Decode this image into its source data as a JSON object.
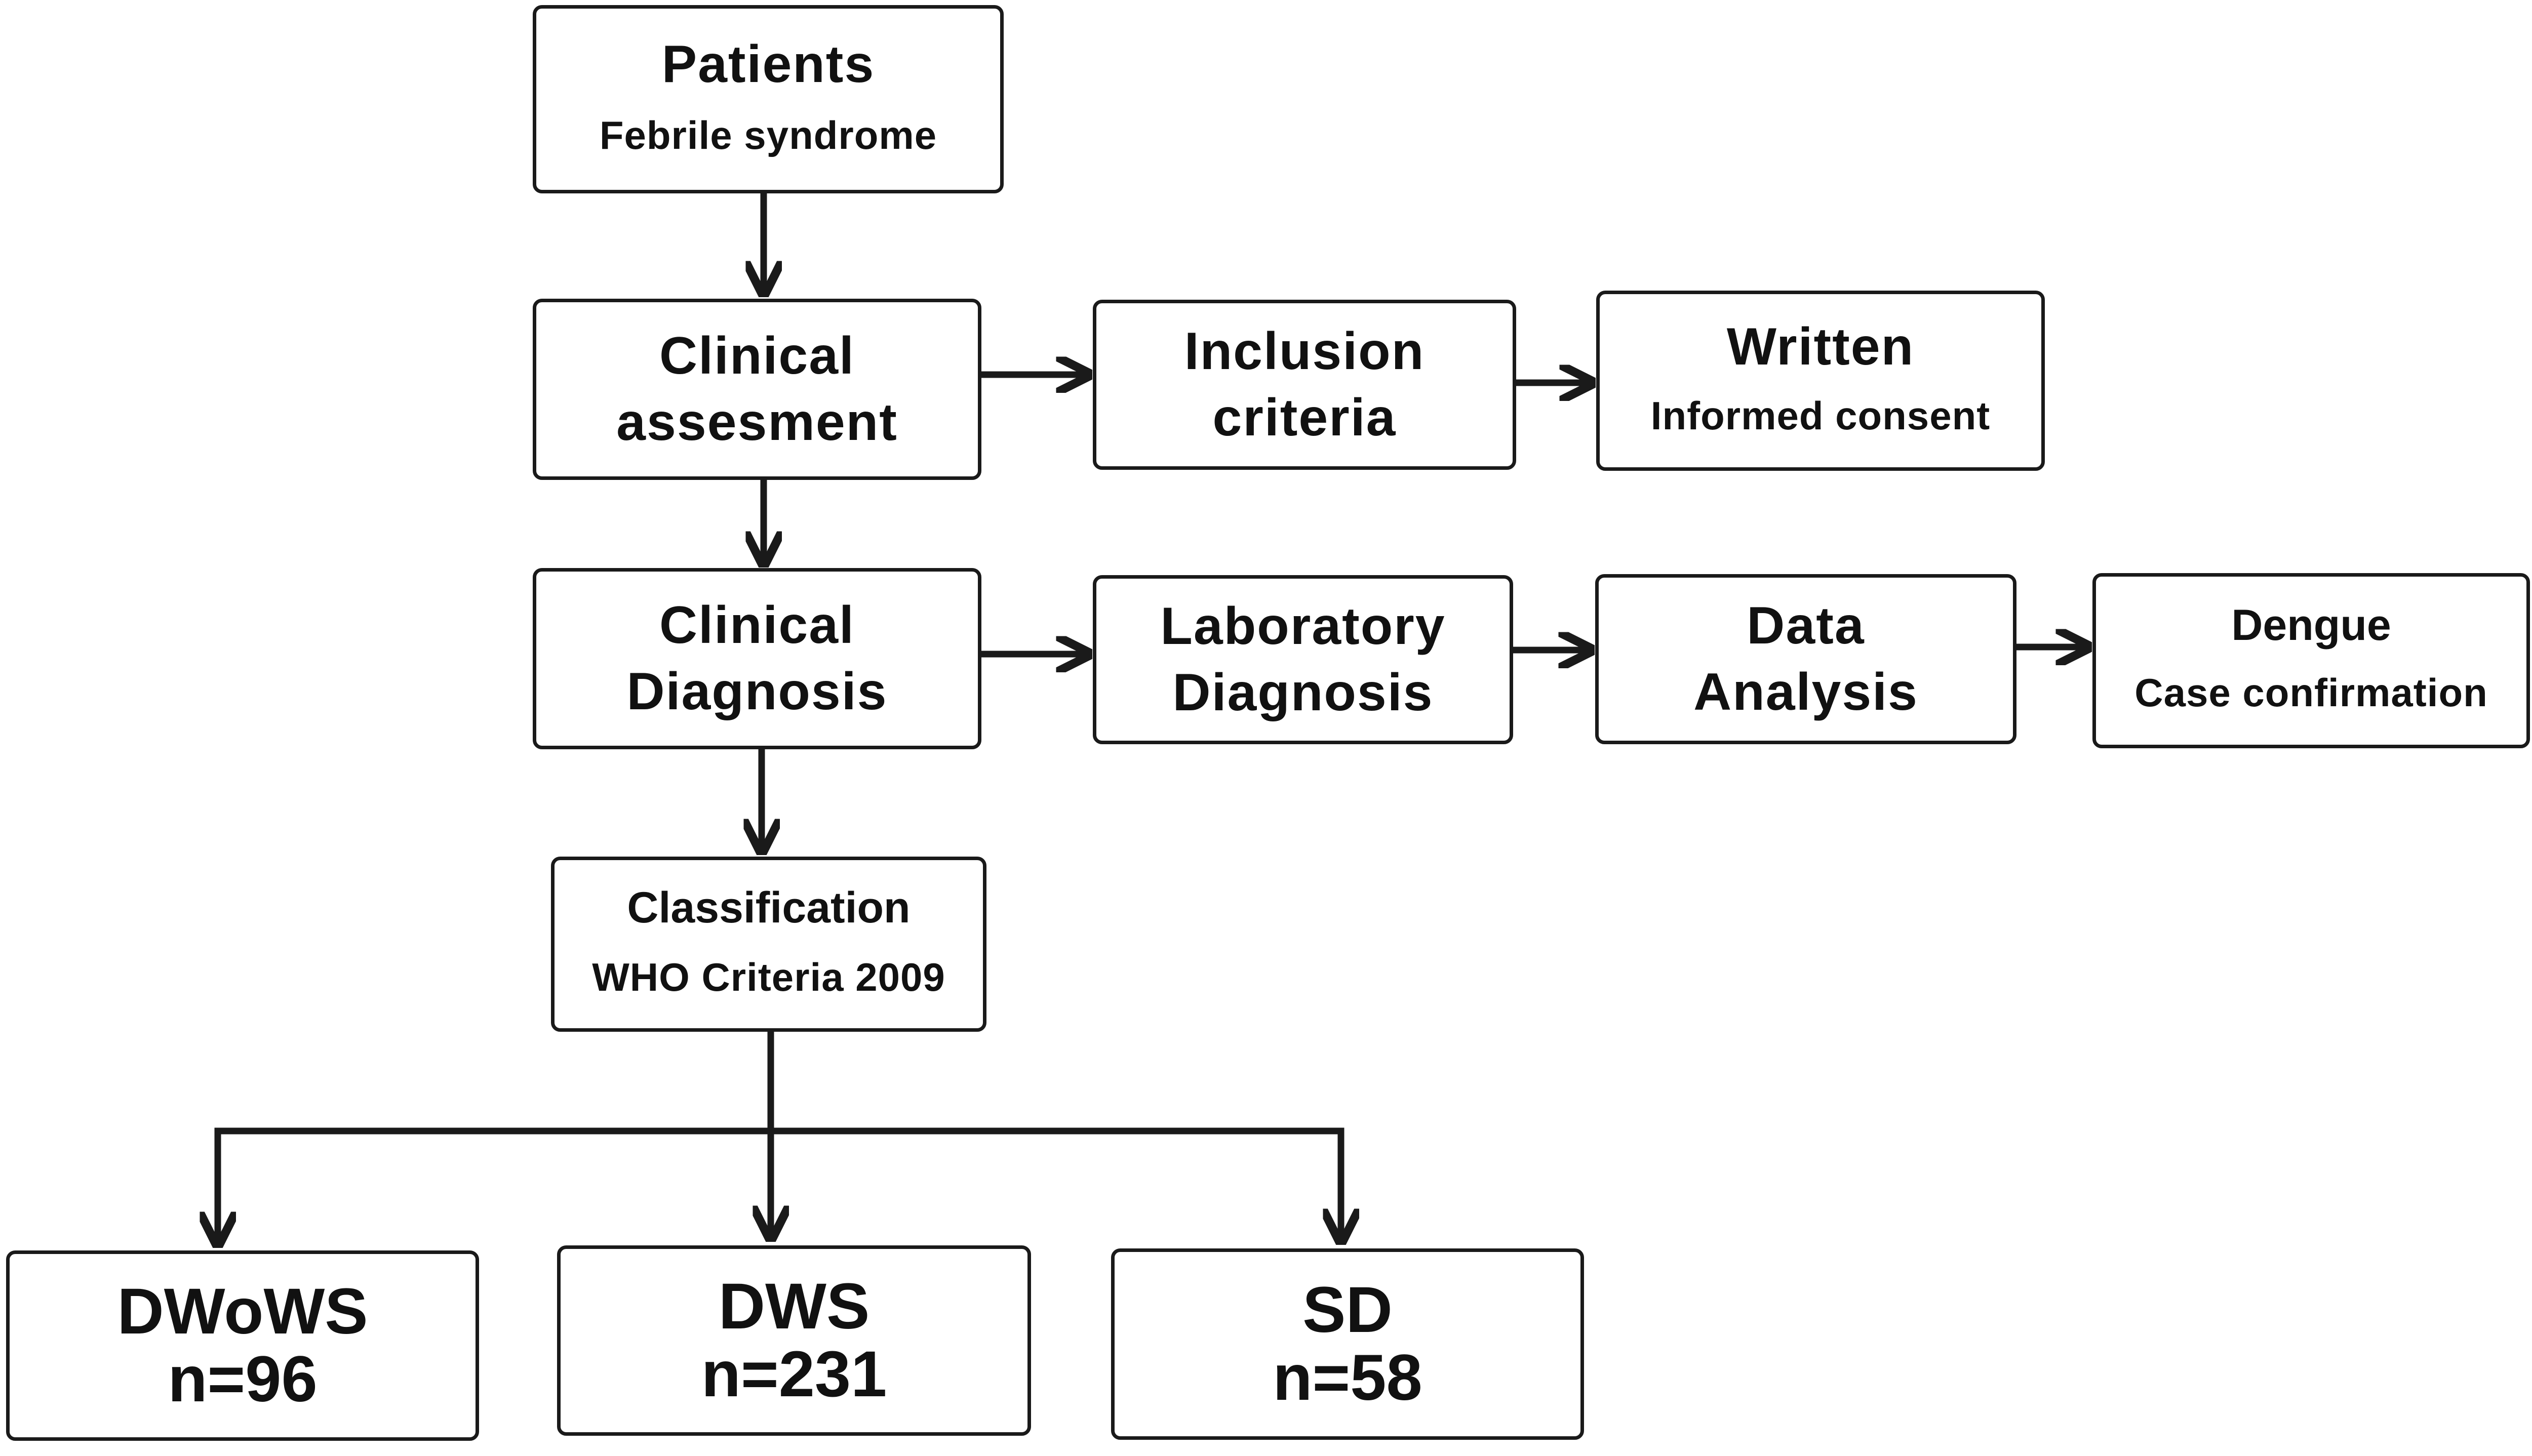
{
  "nodes": {
    "patients": {
      "title": "Patients",
      "subtitle": "Febrile syndrome"
    },
    "clinical_assessment": {
      "line1": "Clinical",
      "line2": "assesment"
    },
    "inclusion": {
      "line1": "Inclusion",
      "line2": "criteria"
    },
    "consent": {
      "title": "Written",
      "subtitle": "Informed consent"
    },
    "clinical_diagnosis": {
      "line1": "Clinical",
      "line2": "Diagnosis"
    },
    "lab_diagnosis": {
      "line1": "Laboratory",
      "line2": "Diagnosis"
    },
    "data_analysis": {
      "line1": "Data",
      "line2": "Analysis"
    },
    "dengue": {
      "title": "Dengue",
      "subtitle": "Case confirmation"
    },
    "classification": {
      "title": "Classification",
      "subtitle": "WHO Criteria 2009"
    },
    "dwows": {
      "label": "DWoWS",
      "count": "n=96"
    },
    "dws": {
      "label": "DWS",
      "count": "n=231"
    },
    "sd": {
      "label": "SD",
      "count": "n=58"
    }
  },
  "edges": [
    {
      "from": "patients",
      "to": "clinical_assessment"
    },
    {
      "from": "clinical_assessment",
      "to": "inclusion"
    },
    {
      "from": "inclusion",
      "to": "consent"
    },
    {
      "from": "clinical_assessment",
      "to": "clinical_diagnosis"
    },
    {
      "from": "clinical_diagnosis",
      "to": "lab_diagnosis"
    },
    {
      "from": "lab_diagnosis",
      "to": "data_analysis"
    },
    {
      "from": "data_analysis",
      "to": "dengue"
    },
    {
      "from": "clinical_diagnosis",
      "to": "classification"
    },
    {
      "from": "classification",
      "to": "dwows"
    },
    {
      "from": "classification",
      "to": "dws"
    },
    {
      "from": "classification",
      "to": "sd"
    }
  ],
  "colors": {
    "stroke": "#1a1a1a",
    "fill": "#ffffff",
    "text": "#111111"
  }
}
